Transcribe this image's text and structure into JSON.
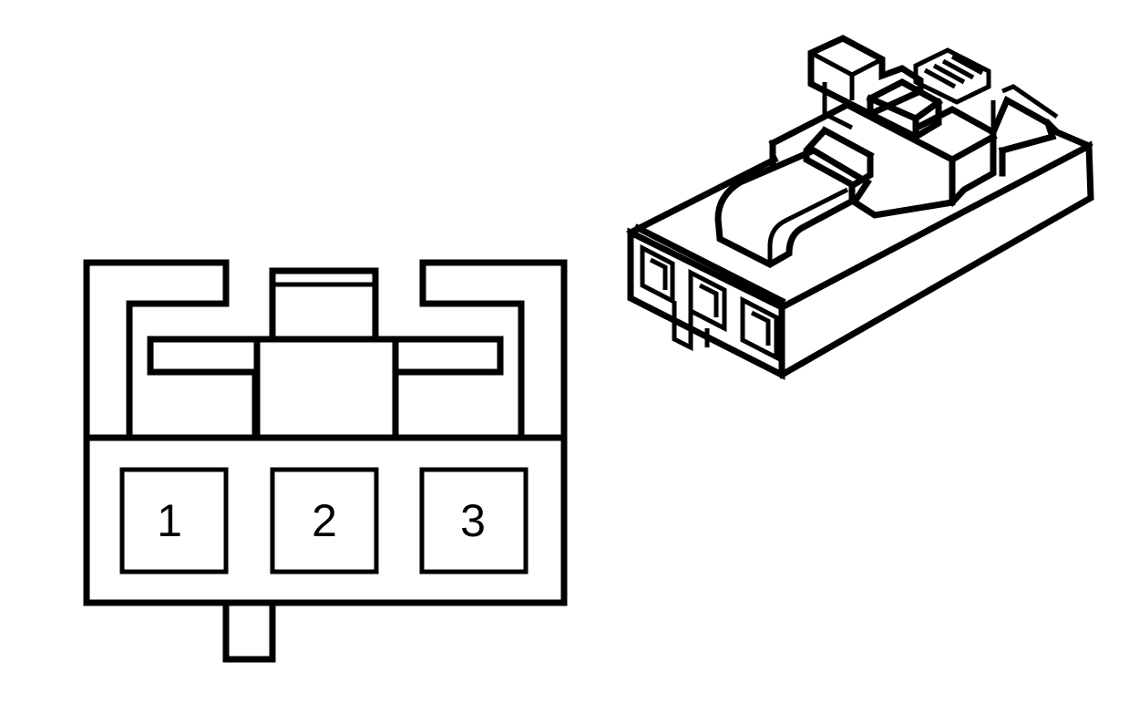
{
  "face_view": {
    "pins": [
      {
        "label": "1"
      },
      {
        "label": "2"
      },
      {
        "label": "3"
      }
    ]
  },
  "colors": {
    "line": "#000000",
    "background": "#ffffff"
  }
}
